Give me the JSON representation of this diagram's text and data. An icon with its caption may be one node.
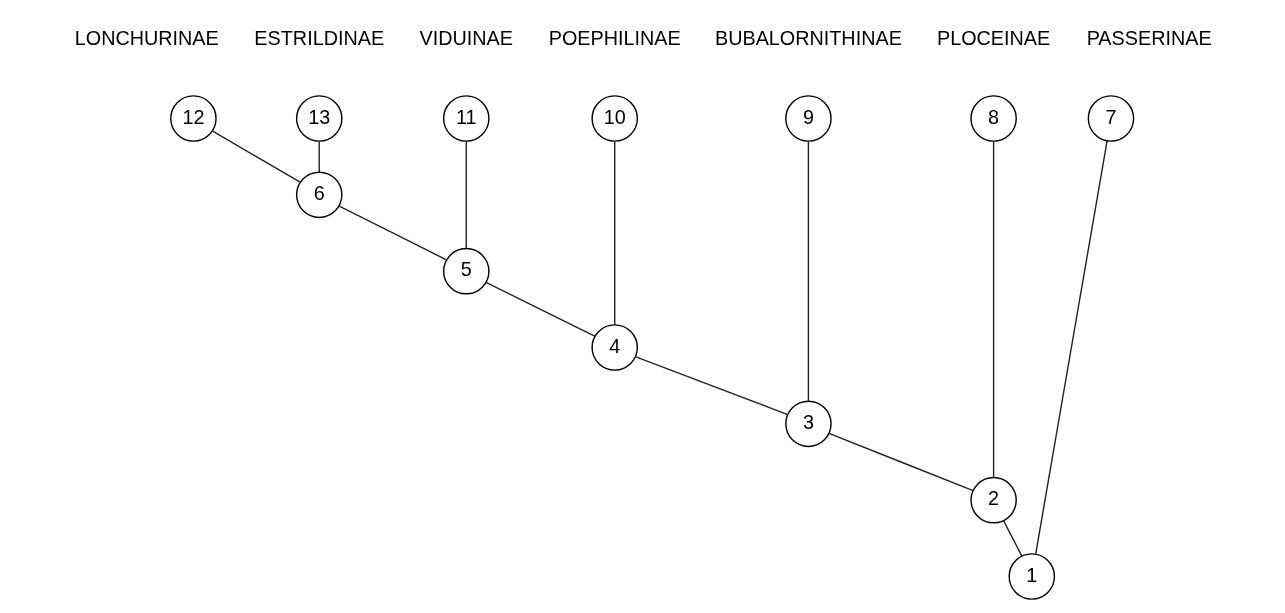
{
  "diagram": {
    "nodes": [
      {
        "text": [
          "1"
        ]
      },
      {
        "text": [
          "2"
        ]
      },
      {
        "text": [
          "3"
        ]
      },
      {
        "text": [
          "4"
        ]
      },
      {
        "text": [
          "5"
        ]
      },
      {
        "text": [
          "6"
        ]
      },
      {
        "text": [
          "7"
        ],
        "beside": [
          "PASSERINAE"
        ]
      },
      {
        "text": [
          "8"
        ],
        "beside": [
          "PLOCEINAE"
        ]
      },
      {
        "text": [
          "9"
        ],
        "beside": [
          "BUBALORNITHINAE"
        ]
      },
      {
        "text": [
          "10"
        ],
        "beside": [
          "POEPHILINAE"
        ]
      },
      {
        "text": [
          "11"
        ],
        "beside": [
          "VIDUINAE"
        ]
      },
      {
        "text": [
          "12"
        ],
        "beside": [
          "LONCHURINAE"
        ]
      },
      {
        "text": [
          "13"
        ],
        "beside": [
          "ESTRILDINAE"
        ]
      }
    ],
    "edges": [
      {
        "from": 0,
        "to": 6,
        "arrow": "none"
      },
      {
        "from": 0,
        "to": 1,
        "arrow": "none"
      },
      {
        "from": 1,
        "to": 7,
        "arrow": "none"
      },
      {
        "from": 1,
        "to": 2,
        "arrow": "none"
      },
      {
        "from": 2,
        "to": 8,
        "arrow": "none"
      },
      {
        "from": 2,
        "to": 3,
        "arrow": "none"
      },
      {
        "from": 3,
        "to": 9,
        "arrow": "none"
      },
      {
        "from": 3,
        "to": 4,
        "arrow": "none"
      },
      {
        "from": 4,
        "to": 10,
        "arrow": "none"
      },
      {
        "from": 4,
        "to": 5,
        "arrow": "none"
      },
      {
        "from": 5,
        "to": 11,
        "arrow": "none"
      },
      {
        "from": 5,
        "to": 12,
        "arrow": "none"
      }
    ]
  }
}
